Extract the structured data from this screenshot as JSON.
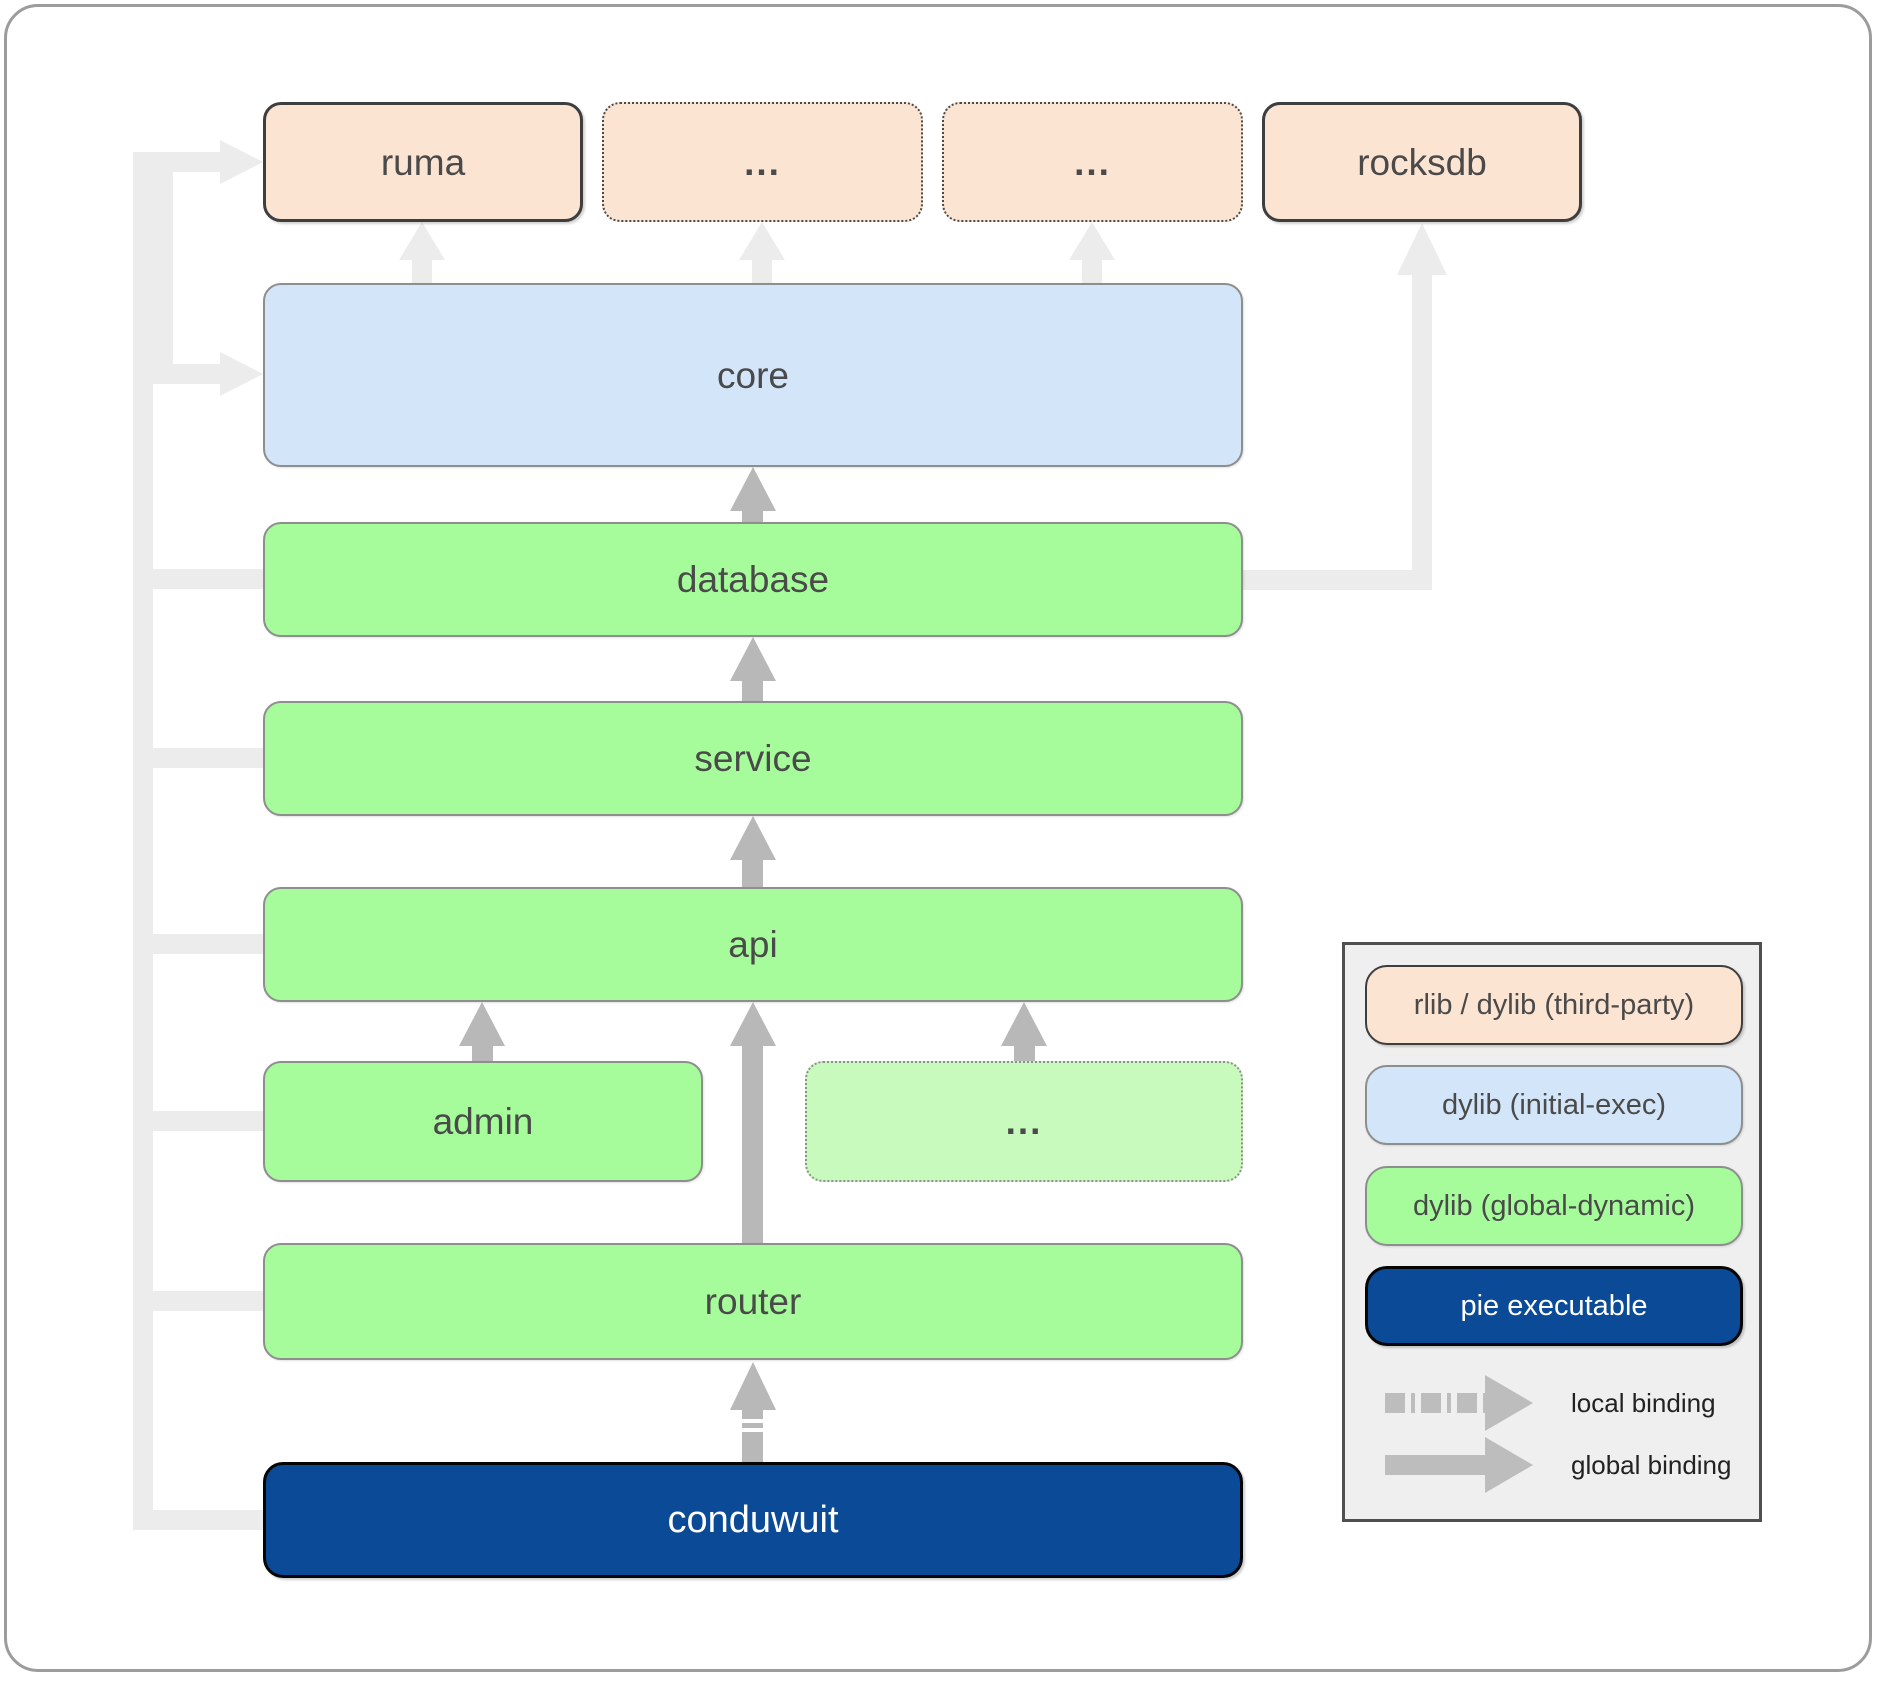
{
  "nodes": {
    "ruma": "ruma",
    "third_party_a": "...",
    "third_party_b": "...",
    "rocksdb": "rocksdb",
    "core": "core",
    "database": "database",
    "service": "service",
    "api": "api",
    "admin": "admin",
    "workspace_other": "...",
    "router": "router",
    "conduwuit": "conduwuit"
  },
  "legend": {
    "items": [
      {
        "id": "third-party",
        "label": "rlib / dylib (third-party)"
      },
      {
        "id": "initial-exec",
        "label": "dylib (initial-exec)"
      },
      {
        "id": "global-dynamic",
        "label": "dylib (global-dynamic)"
      },
      {
        "id": "pie",
        "label": "pie executable"
      }
    ],
    "bindings": [
      {
        "id": "local",
        "label": "local binding"
      },
      {
        "id": "global",
        "label": "global binding"
      }
    ]
  },
  "colors": {
    "third-party-fill": "#fce4d2",
    "third-party-border": "#3e3e3e",
    "initial-exec-fill": "#d3e5f8",
    "dylib-border": "#8e8e8e",
    "global-dynamic-fill": "#a6fc9b",
    "global-dynamic-light-fill": "#c9fabd",
    "pie-fill": "#0a4a96",
    "pie-border": "#050505",
    "text": "#4a4a4a",
    "text-on-dark": "#ffffff",
    "global-path": "#ececec",
    "binding-arrow": "#b8b8b8",
    "legend-bg": "#efefef",
    "legend-border": "#4f4f4f",
    "frame-border": "#9c9c9c"
  }
}
